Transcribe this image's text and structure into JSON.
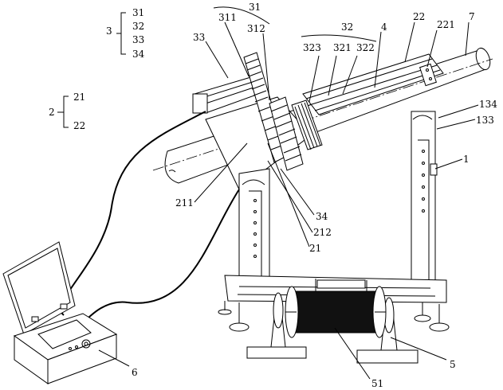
{
  "figure": {
    "description_labels": {
      "group_3": {
        "label": "3",
        "members": [
          "31",
          "32",
          "33",
          "34"
        ]
      },
      "group_2": {
        "label": "2",
        "members": [
          "21",
          "22"
        ]
      }
    },
    "part_labels": {
      "p31_top": "31",
      "p311": "311",
      "p312": "312",
      "p33": "33",
      "p32_top": "32",
      "p4": "4",
      "p22": "22",
      "p221": "221",
      "p7": "7",
      "p323": "323",
      "p321": "321",
      "p322": "322",
      "p134": "134",
      "p133": "133",
      "p1": "1",
      "p211": "211",
      "p34": "34",
      "p212": "212",
      "p21": "21",
      "p6": "6",
      "p5": "5",
      "p51": "51"
    }
  }
}
